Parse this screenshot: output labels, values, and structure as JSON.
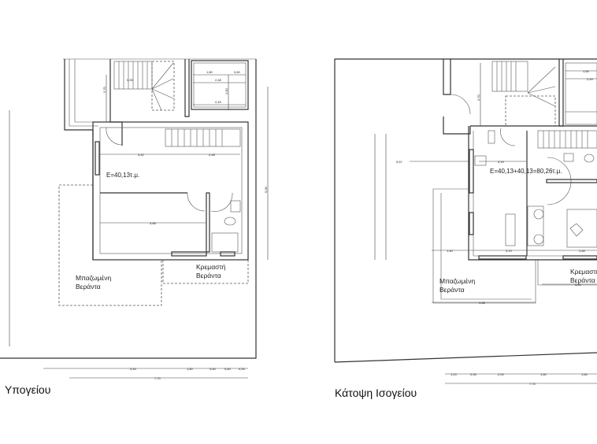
{
  "basement": {
    "title": "Υπογείου",
    "area": "E=40,13τ.μ.",
    "covered_veranda": [
      "Μπαζωμένη",
      "Βεράντα"
    ],
    "hanging_veranda": [
      "Κρεμαστή",
      "Βεράντα"
    ],
    "dims": {
      "room_width_left": "3,42",
      "room_width_right": "2,48",
      "lower_width": "4,68",
      "top_a": "1,80",
      "top_b": "0,60",
      "top_c": "2,48",
      "top_d": "2,49",
      "stair_w": "0,90",
      "bottom": [
        "3,45",
        "1,80",
        "0,60",
        "0,60",
        "0,55"
      ],
      "total": "7,70",
      "height_right": "5,00",
      "height_stair": "2,70",
      "height_box": "2,50"
    }
  },
  "ground": {
    "title": "Κάτοψη Ισογείου",
    "area": "E=40,13+40,13=80,26τ.μ.",
    "covered_veranda": [
      "Μπαζωμένη",
      "Βεράντα"
    ],
    "hanging_veranda": [
      "Κρεμαστή",
      "Βεράντα"
    ],
    "dims": {
      "room_width_top": "3,19",
      "room_width_bottom": "3,19",
      "bedroom_width": "2,85",
      "veranda_left": "1,40",
      "veranda_total": "4,35",
      "hanging_width": "3,60",
      "left_offset": "5,67",
      "top_a": "1,50",
      "top_b": "2,49",
      "height_stair": "2,70",
      "bottom": [
        "1,20",
        "0,55",
        "2,00",
        "1,60",
        "1,60"
      ],
      "total": "7,70"
    }
  }
}
